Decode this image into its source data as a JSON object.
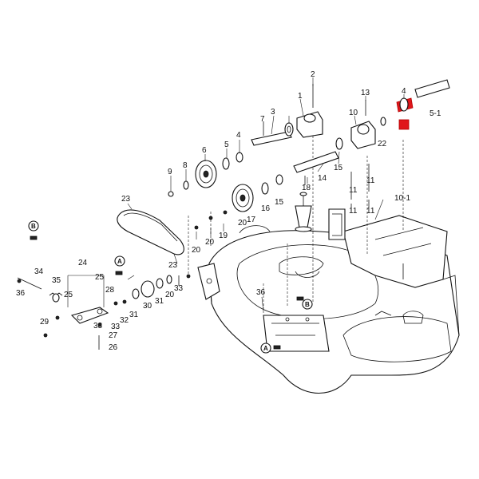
{
  "labels": {
    "l1": "1",
    "l2": "2",
    "l3": "3",
    "l4": "4",
    "l5": "5",
    "l6": "6",
    "l7": "7",
    "l8": "8",
    "l9": "9",
    "l10": "10",
    "l10_1": "10-1",
    "l11a": "11",
    "l11b": "11",
    "l11c": "11",
    "l11d": "11",
    "l13": "13",
    "l14": "14",
    "l15": "15",
    "l16": "16",
    "l17": "17",
    "l18": "18",
    "l19": "19",
    "l20a": "20",
    "l20b": "20",
    "l20c": "20",
    "l22": "22",
    "l23a": "23",
    "l23b": "23",
    "l24": "24",
    "l25a": "25",
    "l25b": "25",
    "l26": "26",
    "l27": "27",
    "l28": "28",
    "l29": "29",
    "l30": "30",
    "l31a": "31",
    "l31b": "31",
    "l32": "32",
    "l33a": "33",
    "l33b": "33",
    "l33c": "33",
    "l34": "34",
    "l35": "35",
    "l36a": "36",
    "l36b": "36",
    "l5_1": "5-1",
    "lred": "4"
  },
  "callouts": {
    "a1": "A",
    "a2": "A",
    "b1": "B",
    "b2": "B"
  },
  "highlight_color": "#e0161b"
}
